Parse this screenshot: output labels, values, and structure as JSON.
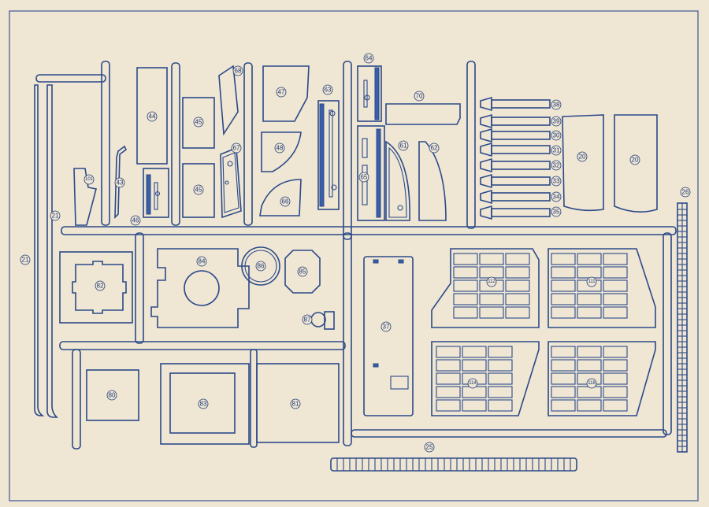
{
  "parts": {
    "p21a": "21",
    "p21b": "21",
    "p101": "101",
    "p43": "43",
    "p46": "46",
    "p44": "44",
    "p45a": "45",
    "p45b": "45",
    "p68": "68",
    "p67": "67",
    "p47": "47",
    "p48": "48",
    "p66": "66",
    "p63": "63",
    "p64": "64",
    "p65": "65",
    "p61": "61",
    "p62": "62",
    "p70": "70",
    "p38": "38",
    "p39": "39",
    "p30": "30",
    "p31": "31",
    "p32": "32",
    "p33": "33",
    "p34": "34",
    "p35": "35",
    "p20a": "20",
    "p20b": "20",
    "p26": "26",
    "p82": "82",
    "p84": "84",
    "p86": "86",
    "p85": "85",
    "p87": "87",
    "p37": "37",
    "p112": "112",
    "p111": "111",
    "p114": "114",
    "p118": "118",
    "p80": "80",
    "p83": "83",
    "p81": "81",
    "p25": "25"
  },
  "colors": {
    "paper": "#efe6d3",
    "ink": "#2b4a8a"
  }
}
